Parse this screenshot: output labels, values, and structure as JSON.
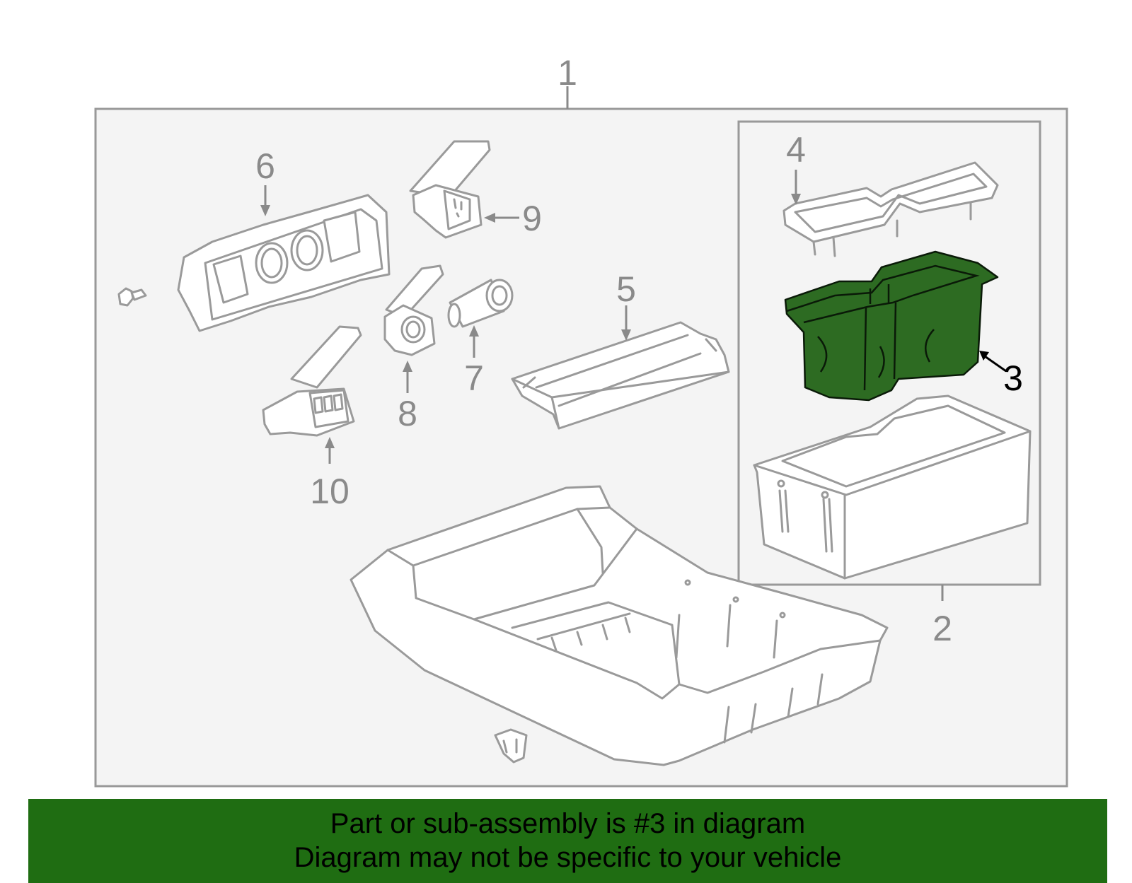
{
  "diagram": {
    "callouts": [
      "1",
      "2",
      "3",
      "4",
      "5",
      "6",
      "7",
      "8",
      "9",
      "10"
    ],
    "highlighted_part": "3",
    "colors": {
      "highlight_fill": "#2d6b22",
      "banner_background": "#1f6d12",
      "line_art": "#9a9a9a",
      "frame": "#999999"
    }
  },
  "banner": {
    "line1": "Part or sub-assembly is #3 in diagram",
    "line2": "Diagram may not be specific to your vehicle"
  }
}
